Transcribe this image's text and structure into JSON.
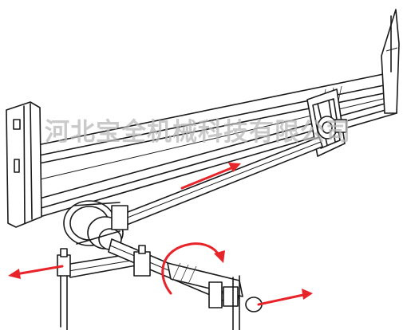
{
  "watermark": {
    "text": "河北宝全机械科技有限公司"
  },
  "colors": {
    "arrow": "#e8242b",
    "line": "#1a1a1a",
    "watermark": "#b8b8b8"
  },
  "arrows": [
    "axial-motion-arrow",
    "left-outward-arrow",
    "right-outward-arrow",
    "rotation-arrow"
  ]
}
